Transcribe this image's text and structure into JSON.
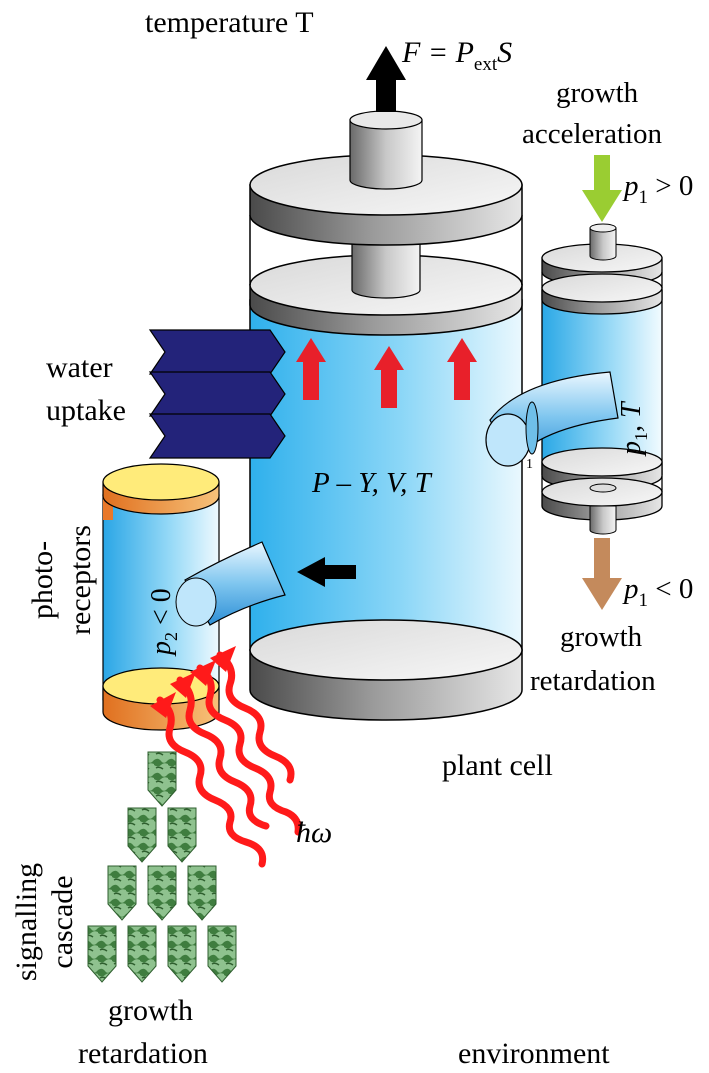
{
  "labels": {
    "temperature": "temperature T",
    "force": "F = P",
    "force_sub": "ext",
    "force_tail": "S",
    "growth_accel_1": "growth",
    "growth_accel_2": "acceleration",
    "p1_pos": "p",
    "p1_pos_sub": "1",
    "p1_pos_tail": " > 0",
    "water_1": "water",
    "water_2": "uptake",
    "cell_state": "P – Y, V, T",
    "p1_T": "p",
    "p1_T_sub": "1",
    "p1_T_tail": ", T",
    "p1_neg": "p",
    "p1_neg_sub": "1",
    "p1_neg_tail": " < 0",
    "growth_retard_right_1": "growth",
    "growth_retard_right_2": "retardation",
    "photo_1": "photo-",
    "photo_2": "receptors",
    "p2": "p",
    "p2_sub": "2",
    "p2_tail": " < 0",
    "hbar_omega": "ħω",
    "plant_cell": "plant cell",
    "signal_1": "signalling",
    "signal_2": "cascade",
    "growth_retard_left_1": "growth",
    "growth_retard_left_2": "retardation",
    "environment": "environment",
    "small_mark": "1"
  },
  "colors": {
    "water_light": "#c8eefb",
    "water_dark": "#1aa6e6",
    "disc_light": "#f2f2f2",
    "disc_dark": "#5a5a5a",
    "red_arrow": "#e8202a",
    "wave_red": "#ff1a1a",
    "green_arrow": "#9acd32",
    "brown_arrow": "#c48a5c",
    "water_blocks": "#23237a",
    "photo_top": "#ffeb7a",
    "photo_bottom": "#e8782a",
    "cascade_green": "#4f8f4f"
  }
}
